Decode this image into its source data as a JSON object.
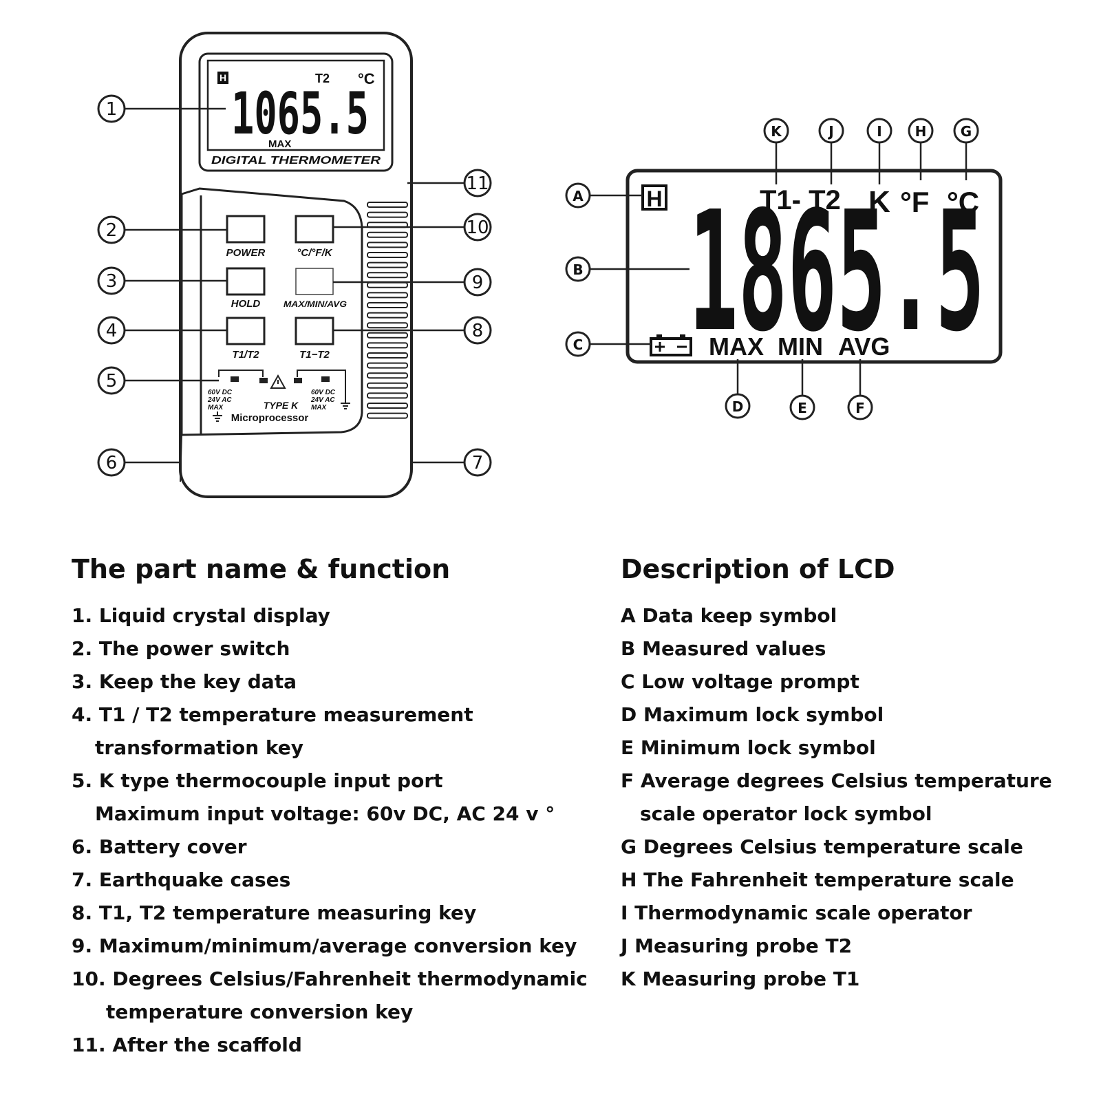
{
  "device": {
    "display": {
      "hold_symbol": "H",
      "probe": "T2",
      "unit": "°C",
      "reading": "1065.5",
      "mode": "MAX",
      "caption": "DIGITAL THERMOMETER"
    },
    "buttons": [
      {
        "label": "POWER"
      },
      {
        "label": "°C/°F/K"
      },
      {
        "label": "HOLD"
      },
      {
        "label": "MAX/MIN/AVG"
      },
      {
        "label": "T1/T2"
      },
      {
        "label": "T1−T2"
      }
    ],
    "port_texts": {
      "left_rating": "60V DC\n24V AC\nMAX",
      "right_rating": "60V DC\n24V AC\nMAX",
      "type": "TYPE K",
      "brand": "Microprocessor"
    },
    "callouts": [
      "1",
      "2",
      "3",
      "4",
      "5",
      "6",
      "7",
      "8",
      "9",
      "10",
      "11"
    ]
  },
  "lcd": {
    "hold_symbol": "H",
    "probes": "T1- T2",
    "kelvin": "K",
    "fahrenheit": "°F",
    "celsius": "°C",
    "reading": "1865.5",
    "modes": [
      "MAX",
      "MIN",
      "AVG"
    ],
    "callouts": [
      "A",
      "B",
      "C",
      "D",
      "E",
      "F",
      "G",
      "H",
      "I",
      "J",
      "K"
    ]
  },
  "part_functions": {
    "title": "The part name & function",
    "items": [
      {
        "lines": [
          "1. Liquid crystal display"
        ]
      },
      {
        "lines": [
          "2. The power switch"
        ]
      },
      {
        "lines": [
          "3. Keep the key data"
        ]
      },
      {
        "lines": [
          "4. T1 / T2 temperature measurement",
          "transformation key"
        ]
      },
      {
        "lines": [
          "5. K type thermocouple input port",
          "Maximum input voltage: 60v DC, AC 24 v °"
        ]
      },
      {
        "lines": [
          "6. Battery cover"
        ]
      },
      {
        "lines": [
          "7. Earthquake cases"
        ]
      },
      {
        "lines": [
          "8. T1, T2 temperature measuring key"
        ]
      },
      {
        "lines": [
          "9. Maximum/minimum/average conversion key"
        ]
      },
      {
        "lines": [
          "10. Degrees Celsius/Fahrenheit thermodynamic",
          "temperature conversion key"
        ]
      },
      {
        "lines": [
          "11. After the scaffold"
        ]
      }
    ]
  },
  "lcd_description": {
    "title": "Description of LCD",
    "items": [
      {
        "lines": [
          "A Data keep symbol"
        ]
      },
      {
        "lines": [
          "B Measured values"
        ]
      },
      {
        "lines": [
          "C Low voltage prompt"
        ]
      },
      {
        "lines": [
          "D Maximum lock symbol"
        ]
      },
      {
        "lines": [
          "E Minimum lock symbol"
        ]
      },
      {
        "lines": [
          "F Average degrees Celsius temperature",
          "scale operator lock symbol"
        ]
      },
      {
        "lines": [
          "G Degrees Celsius temperature scale"
        ]
      },
      {
        "lines": [
          "H The Fahrenheit temperature scale"
        ]
      },
      {
        "lines": [
          "I Thermodynamic scale operator"
        ]
      },
      {
        "lines": [
          "J Measuring probe T2"
        ]
      },
      {
        "lines": [
          "K Measuring probe T1"
        ]
      }
    ]
  }
}
